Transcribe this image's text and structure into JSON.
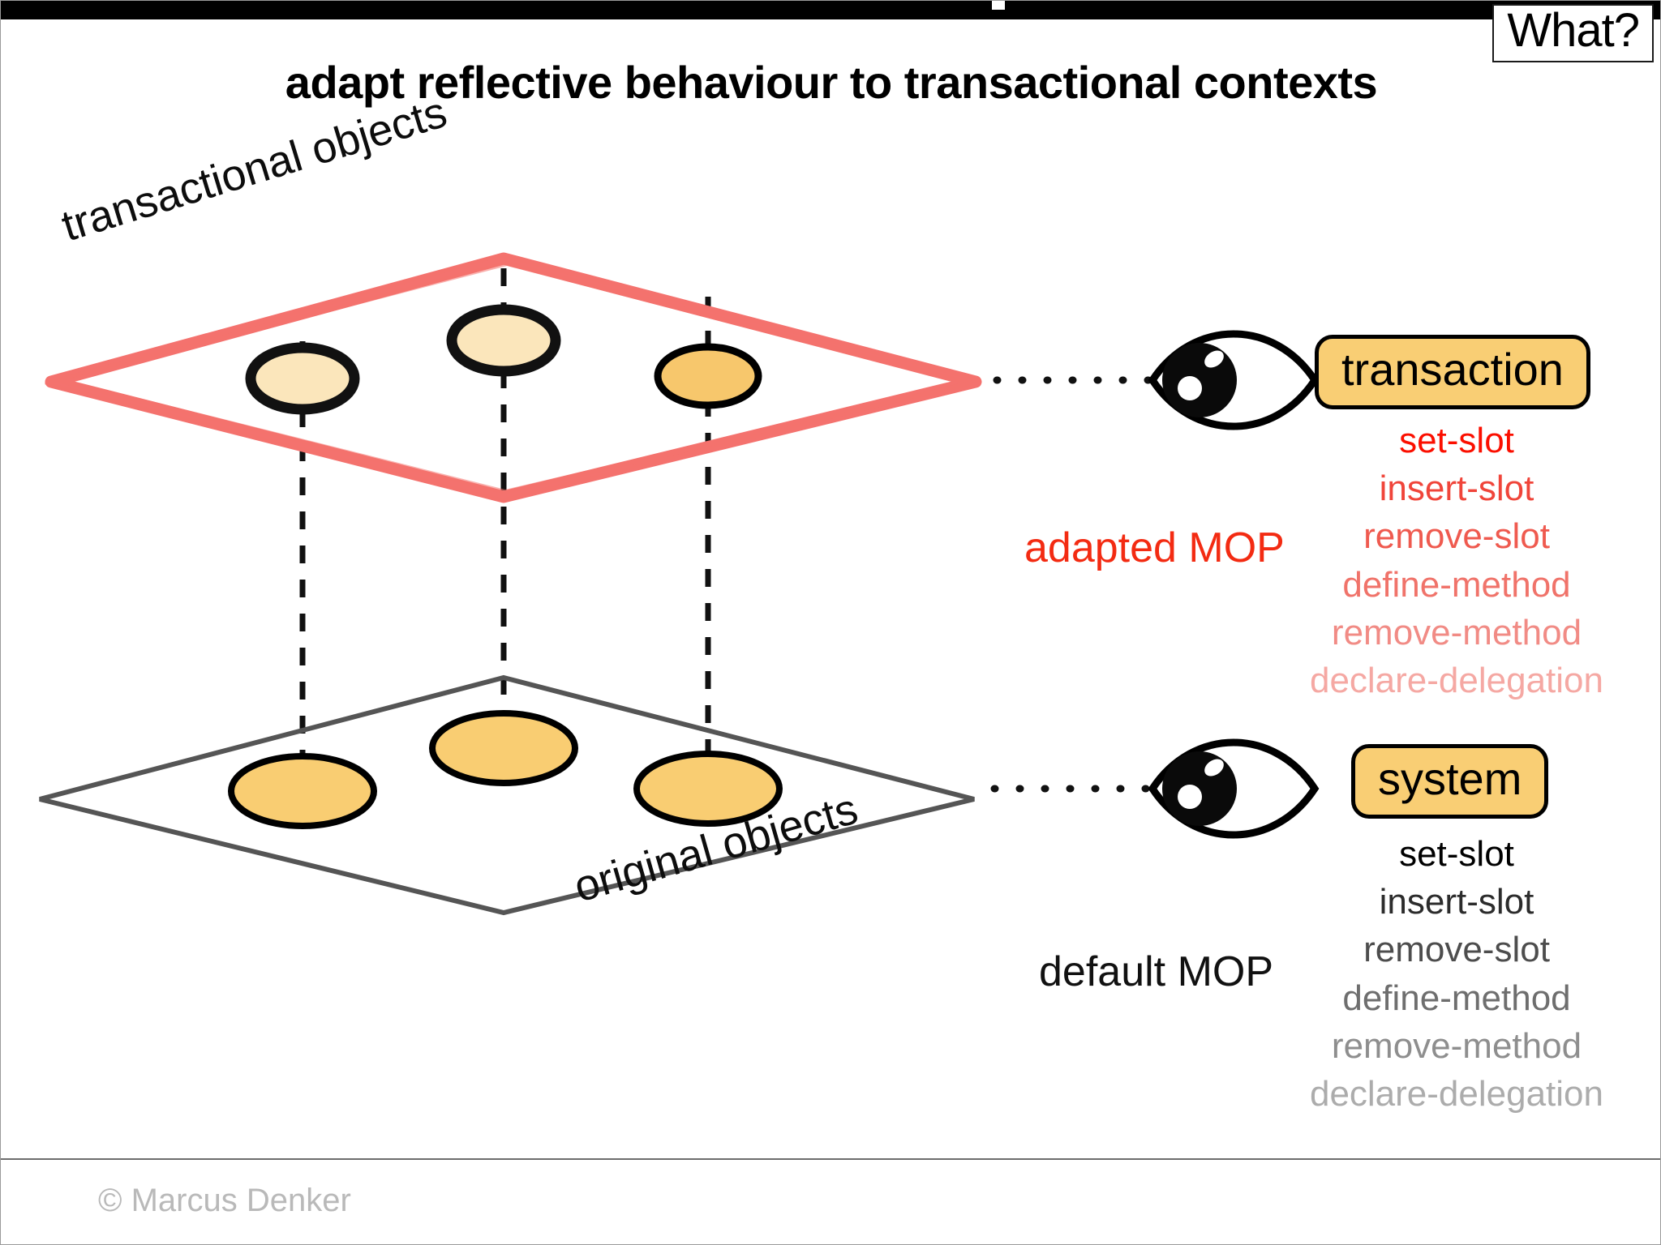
{
  "slide": {
    "badge": "What?",
    "title": "adapt reflective behaviour to transactional contexts",
    "credit": "© Marcus Denker"
  },
  "diagram": {
    "upper_plane": {
      "label": "transactional objects",
      "border_color": "#f4726e",
      "objects": [
        {
          "name": "transactional-object-1",
          "fill": "#fbe6bb"
        },
        {
          "name": "transactional-object-2",
          "fill": "#fbe6bb"
        },
        {
          "name": "transactional-object-3",
          "fill": "#f7c76c"
        }
      ]
    },
    "lower_plane": {
      "label": "original objects",
      "border_color": "#555555",
      "objects": [
        {
          "name": "original-object-1",
          "fill": "#f9cd72"
        },
        {
          "name": "original-object-2",
          "fill": "#f9cd72"
        },
        {
          "name": "original-object-3",
          "fill": "#f9cd72"
        }
      ]
    },
    "connectors": "dashed-vertical"
  },
  "panels": {
    "transaction": {
      "capsule_label": "transaction",
      "capsule_fill": "#f9ce74",
      "caption": "adapted MOP",
      "caption_color": "#f32b12",
      "eye_icon": "eye-icon",
      "mop": [
        {
          "label": "set-slot",
          "color": "#fb0f00",
          "opacity": 1.0
        },
        {
          "label": "insert-slot",
          "color": "#f0453a",
          "opacity": 0.93
        },
        {
          "label": "remove-slot",
          "color": "#ef5a4f",
          "opacity": 0.84
        },
        {
          "label": "define-method",
          "color": "#f0736a",
          "opacity": 0.72
        },
        {
          "label": "remove-method",
          "color": "#f18b85",
          "opacity": 0.6
        },
        {
          "label": "declare-delegation",
          "color": "#f5a8a3",
          "opacity": 0.48
        }
      ]
    },
    "system": {
      "capsule_label": "system",
      "capsule_fill": "#f9ce74",
      "caption": "default MOP",
      "caption_color": "#111111",
      "eye_icon": "eye-icon",
      "mop": [
        {
          "label": "set-slot",
          "color": "#000000",
          "opacity": 1.0
        },
        {
          "label": "insert-slot",
          "color": "#2c2c2c",
          "opacity": 0.93
        },
        {
          "label": "remove-slot",
          "color": "#4d4d4d",
          "opacity": 0.84
        },
        {
          "label": "define-method",
          "color": "#6e6e6e",
          "opacity": 0.72
        },
        {
          "label": "remove-method",
          "color": "#8e8e8e",
          "opacity": 0.6
        },
        {
          "label": "declare-delegation",
          "color": "#acacac",
          "opacity": 0.48
        }
      ]
    }
  }
}
